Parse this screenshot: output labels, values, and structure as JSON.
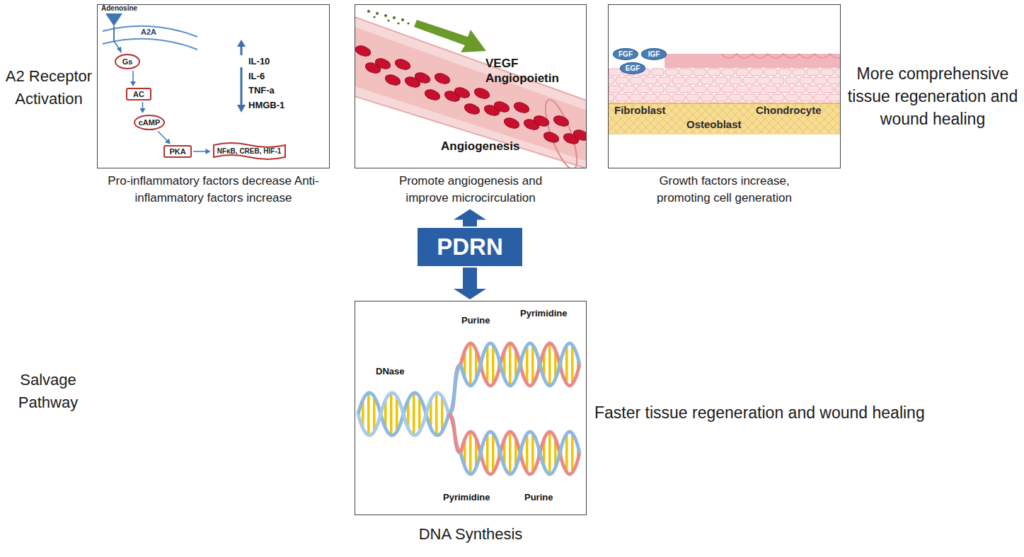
{
  "diagram": {
    "nodes": [
      {
        "text": [
          "Adenosine",
          "A2A",
          "IL-10",
          "IL-6",
          "TNF-a",
          "HMGB-1",
          "Pro-inflammatory factors decrease Anti-inflammatory factors increase"
        ]
      },
      {
        "text": [
          "Gs"
        ],
        "in": 0
      },
      {
        "text": [
          "AC"
        ],
        "in": 0
      },
      {
        "text": [
          "cAMP"
        ],
        "in": 0
      },
      {
        "text": [
          "PKA"
        ],
        "in": 0
      },
      {
        "text": [
          "NFκB, CREB, HIF-1"
        ],
        "in": 0
      },
      {
        "text": [
          "VEGF",
          "Angiopoietin",
          "Angiogenesis",
          "Promote angiogenesis and improve microcirculation"
        ]
      },
      {
        "text": [
          "Fibroblast",
          "Chondrocyte",
          "Osteoblast",
          "Growth factors increase, promoting cell generation"
        ]
      },
      {
        "text": [
          "FGF"
        ],
        "in": 7
      },
      {
        "text": [
          "IGF"
        ],
        "in": 7
      },
      {
        "text": [
          "EGF"
        ],
        "in": 7
      },
      {
        "text": [
          "PDRN"
        ]
      },
      {
        "text": [
          "DNase",
          "Purine",
          "Pyrimidine",
          "Pyrimidine",
          "Purine",
          "DNA Synthesis"
        ]
      }
    ],
    "edges": [
      {
        "from": 1,
        "to": 2,
        "arrow": "to"
      },
      {
        "from": 2,
        "to": 3,
        "arrow": "to"
      },
      {
        "from": 3,
        "to": 4,
        "arrow": "to"
      },
      {
        "from": 4,
        "to": 5,
        "arrow": "to"
      },
      {
        "from": 11,
        "to": 6,
        "arrow": "to"
      },
      {
        "from": 11,
        "to": 12,
        "arrow": "to"
      }
    ],
    "labels": [
      "A2 Receptor Activation",
      "Salvage Pathway",
      "More comprehensive tissue regeneration and wound healing",
      "Faster tissue regeneration and wound healing"
    ]
  }
}
